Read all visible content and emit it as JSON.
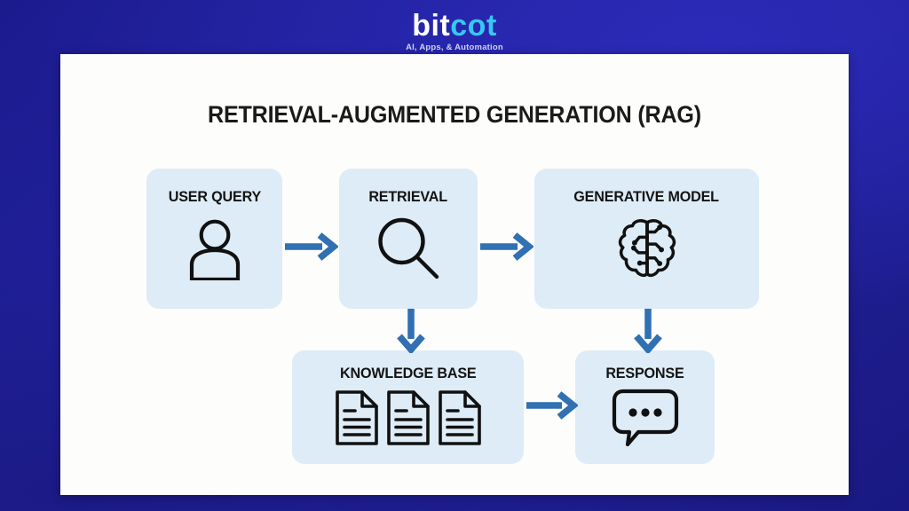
{
  "brand": {
    "name_part1": "bit",
    "name_part2": "cot",
    "tagline": "AI, Apps, & Automation",
    "color_part1": "#ffffff",
    "color_part2": "#35c8f0"
  },
  "colors": {
    "background_blue": "#1f1e96",
    "card_background": "#fdfdfb",
    "node_fill": "#ddecf7",
    "arrow_blue": "#3070b3",
    "icon_stroke": "#111111",
    "title_text": "#1a1a1a"
  },
  "diagram": {
    "title": "RETRIEVAL-AUGMENTED GENERATION (RAG)",
    "nodes": [
      {
        "id": "user-query",
        "label": "USER QUERY",
        "icon": "person-icon"
      },
      {
        "id": "retrieval",
        "label": "RETRIEVAL",
        "icon": "magnifying-glass-icon"
      },
      {
        "id": "generative-model",
        "label": "GENERATIVE MODEL",
        "icon": "brain-circuit-icon"
      },
      {
        "id": "knowledge-base",
        "label": "KNOWLEDGE BASE",
        "icon": "document-icon"
      },
      {
        "id": "response",
        "label": "RESPONSE",
        "icon": "speech-bubble-icon"
      }
    ],
    "connections": [
      {
        "from": "user-query",
        "to": "retrieval",
        "direction": "right"
      },
      {
        "from": "retrieval",
        "to": "generative-model",
        "direction": "right"
      },
      {
        "from": "retrieval",
        "to": "knowledge-base",
        "direction": "down"
      },
      {
        "from": "generative-model",
        "to": "response",
        "direction": "down"
      },
      {
        "from": "knowledge-base",
        "to": "response",
        "direction": "right"
      }
    ]
  }
}
